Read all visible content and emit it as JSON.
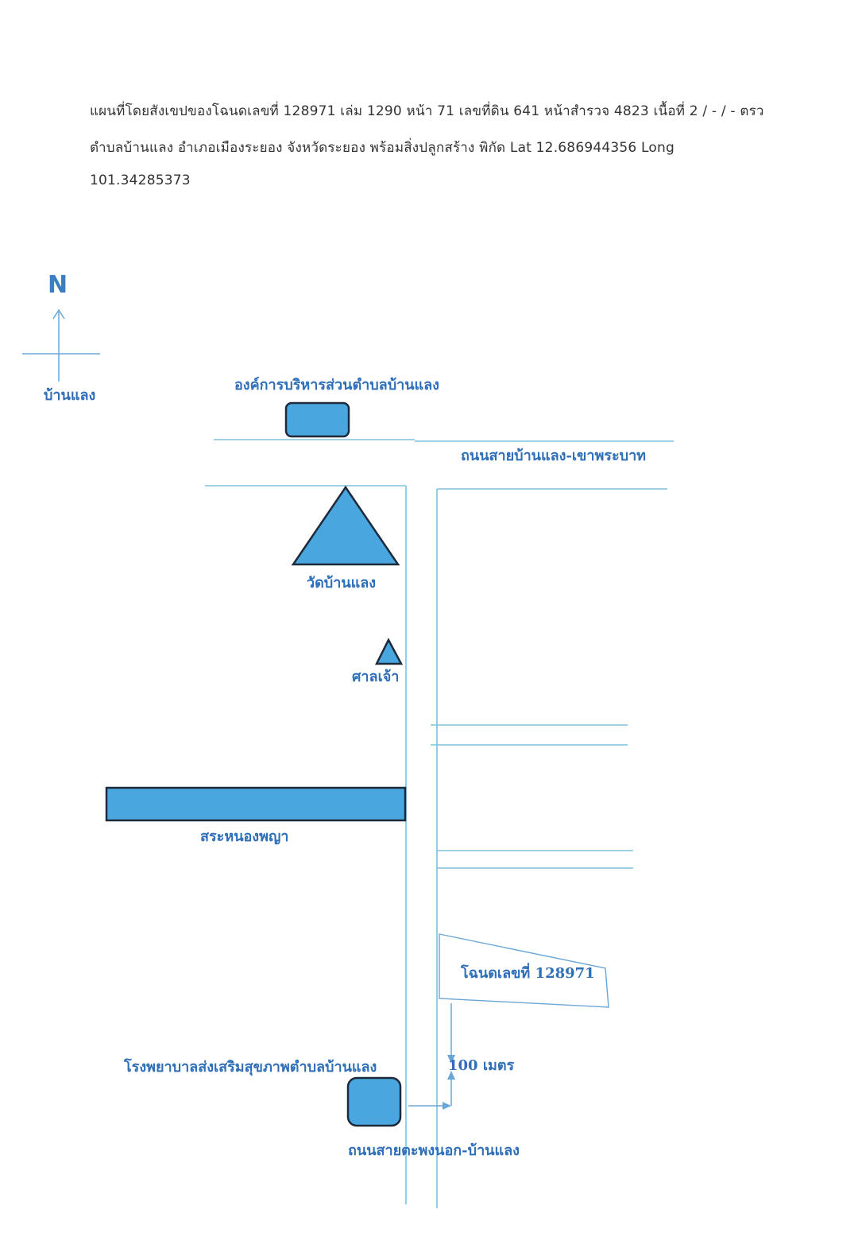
{
  "header": {
    "line1": "แผนที่โดยสังเขปของโฉนดเลขที่  128971 เล่ม 1290  หน้า 71  เลขที่ดิน  641  หน้าสำรวจ  4823  เนื้อที่  2 / - / -   ตรว",
    "line2": "ตำบลบ้านแลง    อำเภอเมืองระยอง  จังหวัดระยอง  พร้อมสิ่งปลูกสร้าง  พิกัด  Lat  12.686944356 Long",
    "line3": "101.34285373"
  },
  "compass": {
    "north_letter": "N",
    "place_label": "บ้านแลง"
  },
  "landmarks": {
    "tambon_admin": "องค์การบริหารส่วนตำบลบ้านแลง",
    "road_north": "ถนนสายบ้านแลง-เขาพระบาท",
    "temple": "วัดบ้านแลง",
    "shrine": "ศาลเจ้า",
    "pond": "สระหนองพญา",
    "deed_plot": "โฉนดเลขที่ 128971",
    "distance": "100 เมตร",
    "hospital": "โรงพยาบาลส่งเสริมสุขภาพตำบลบ้านแลง",
    "road_south": "ถนนสายตะพงนอก-บ้านแลง"
  },
  "colors": {
    "shape_fill": "#4aa6df",
    "road_line": "#7cc3dd",
    "label_text": "#2f6fb8"
  }
}
